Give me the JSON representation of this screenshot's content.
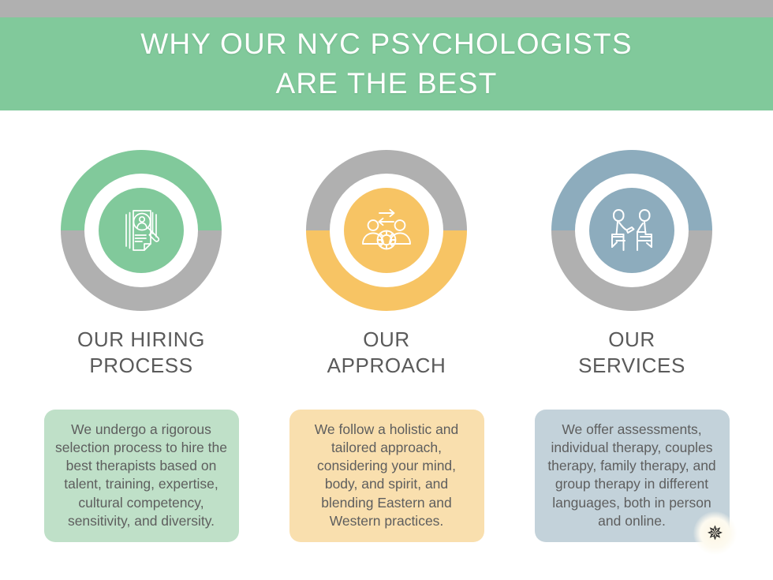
{
  "header": {
    "title": "WHY OUR NYC PSYCHOLOGISTS\nARE THE BEST",
    "banner_color": "#81c99b",
    "top_strip_color": "#b0b0b0",
    "title_color": "#ffffff"
  },
  "colors": {
    "green": "#81c99b",
    "gray": "#b0b0b0",
    "amber": "#f7c464",
    "blue": "#8dacbd",
    "green_light": "#bfe0c8",
    "amber_light": "#f9dfae",
    "blue_light": "#c3d2da",
    "heading_text": "#5a5a5a",
    "body_text": "#5e5e5e"
  },
  "columns": [
    {
      "id": "hiring-process",
      "heading": "OUR HIRING\nPROCESS",
      "body": "We undergo a rigorous selection process to hire the best therapists based on talent, training, expertise, cultural competency, sensitivity, and diversity.",
      "icon_name": "resume-magnifier-icon",
      "ring_top_color": "#81c99b",
      "ring_bottom_color": "#b0b0b0",
      "core_color": "#81c99b",
      "box_color": "#bfe0c8"
    },
    {
      "id": "approach",
      "heading": "OUR\nAPPROACH",
      "body": "We follow a holistic and tailored approach, considering your mind, body, and spirit, and blending Eastern and Western practices.",
      "icon_name": "people-exchange-gear-icon",
      "ring_top_color": "#b0b0b0",
      "ring_bottom_color": "#f7c464",
      "core_color": "#f7c464",
      "box_color": "#f9dfae"
    },
    {
      "id": "services",
      "heading": "OUR\nSERVICES",
      "body": "We offer assessments, individual therapy, couples therapy, family therapy, and group therapy in different languages, both in person and online.",
      "icon_name": "therapy-session-icon",
      "ring_top_color": "#8dacbd",
      "ring_bottom_color": "#b0b0b0",
      "core_color": "#8dacbd",
      "box_color": "#c3d2da"
    }
  ],
  "badge": {
    "glyph": "✵",
    "icon_name": "starburst-badge-icon"
  }
}
